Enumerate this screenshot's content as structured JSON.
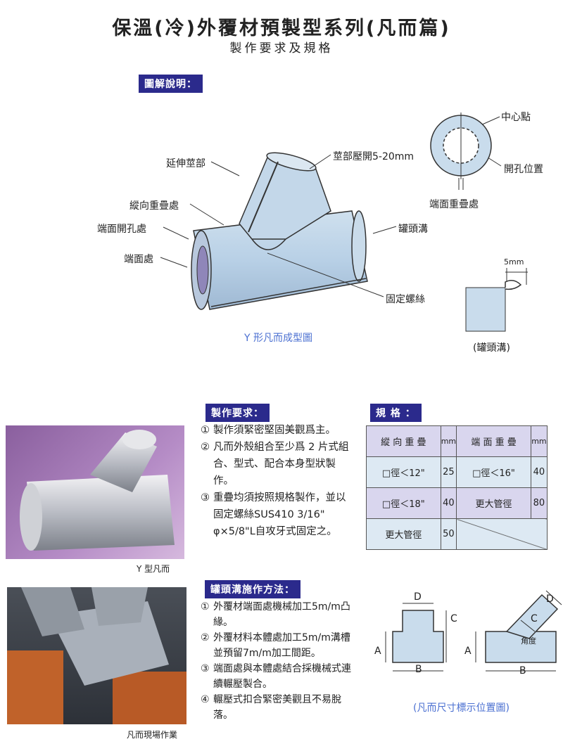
{
  "header": {
    "title": "保溫(冷)外覆材預製型系列(凡而篇)",
    "subtitle": "製作要求及規格"
  },
  "diagram": {
    "section_tag": "圖解說明：",
    "labels": {
      "extension": "延伸莖部",
      "stem_pressure": "莖部壓開5-20mm",
      "longitudinal": "縱向重疊處",
      "end_hole": "端面開孔處",
      "end_face": "端面處",
      "groove": "罐頭溝",
      "screw": "固定螺絲",
      "center": "中心點",
      "hole_pos": "開孔位置",
      "end_overlap": "端面重疊處",
      "groove_size": "5mm",
      "groove_caption": "(罐頭溝)"
    },
    "caption": "Y 形凡而成型圖"
  },
  "requirements": {
    "tag": "製作要求：",
    "items": [
      {
        "num": "①",
        "text": "製作須緊密堅固美觀爲主。"
      },
      {
        "num": "②",
        "text": "凡而外殼組合至少爲 2 片式組合、型式、配合本身型狀製作。"
      },
      {
        "num": "③",
        "text": "重疊均須按照規格製作，並以固定螺絲SUS410 3/16\" φ×5/8\"L自攻牙式固定之。"
      }
    ]
  },
  "spec": {
    "tag": "規 格 ：",
    "header": {
      "col1": "縱 向 重 疊",
      "mm1": "mm",
      "col2": "端 面 重 疊",
      "mm2": "mm"
    },
    "rows": [
      {
        "a": "□徑＜12\"",
        "av": "25",
        "b": "□徑＜16\"",
        "bv": "40"
      },
      {
        "a": "□徑＜18\"",
        "av": "40",
        "b": "更大管徑",
        "bv": "80"
      },
      {
        "a": "更大管徑",
        "av": "50",
        "b": "",
        "bv": ""
      }
    ]
  },
  "photos": {
    "valve_caption": "Y 型凡而",
    "site_caption": "凡而現場作業"
  },
  "groove_method": {
    "tag": "罐頭溝施作方法：",
    "items": [
      {
        "num": "①",
        "text": "外覆材端面處機械加工5m/m凸緣。"
      },
      {
        "num": "②",
        "text": "外覆材料本體處加工5m/m溝槽並預留7m/m加工間距。"
      },
      {
        "num": "③",
        "text": "端面處與本體處結合採機械式連續輾壓製合。"
      },
      {
        "num": "④",
        "text": "輾壓式扣合緊密美觀且不易脫落。"
      }
    ]
  },
  "dims": {
    "caption": "(凡而尺寸標示位置圖)",
    "A": "A",
    "B": "B",
    "C": "C",
    "D": "D",
    "angle": "角度"
  }
}
